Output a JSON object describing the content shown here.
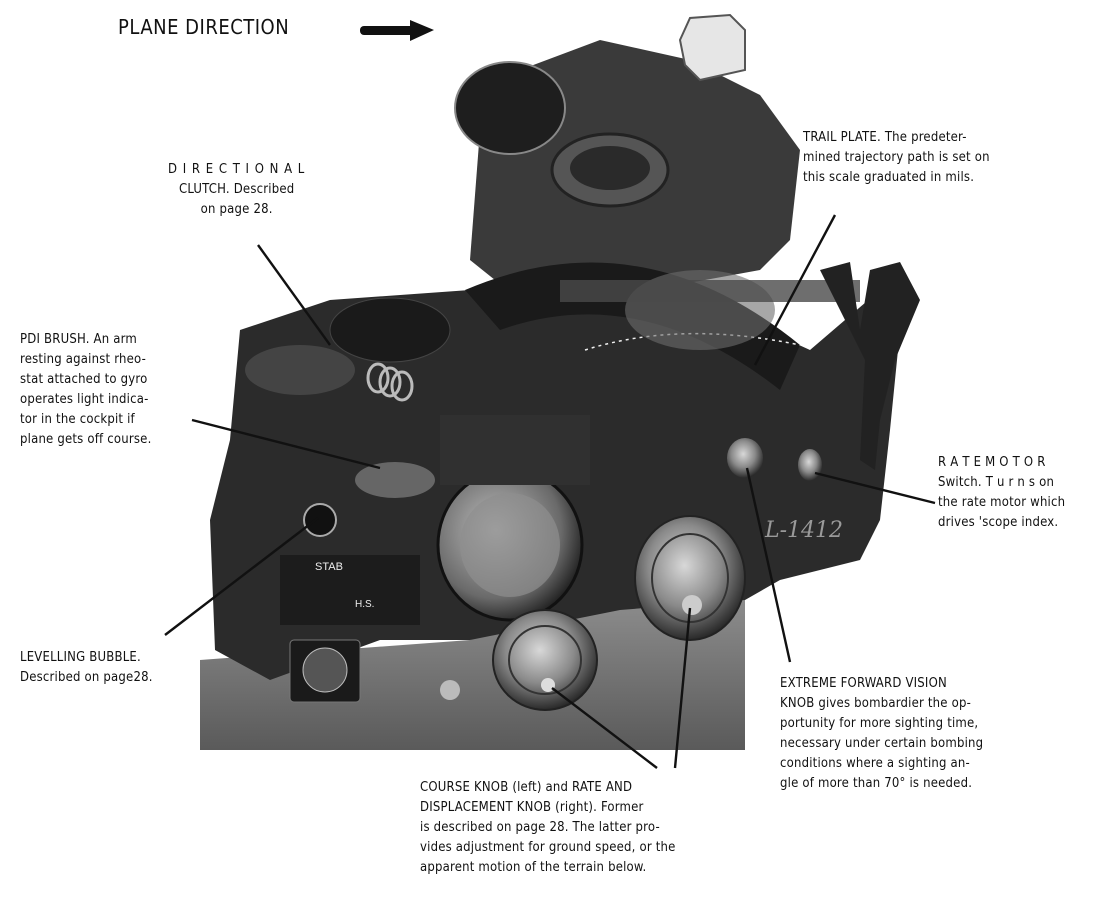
{
  "header": {
    "title": "PLANE DIRECTION"
  },
  "labels": {
    "directional_clutch": [
      "D I R E C T I O N A L",
      "CLUTCH. Described",
      "on page 28."
    ],
    "trail_plate": [
      "TRAIL PLATE.  The predeter-",
      "mined trajectory path is set on",
      "this  scale  graduated  in  mils."
    ],
    "pdi_brush": [
      "PDI BRUSH. An arm",
      "resting against rheo-",
      "stat attached to gyro",
      "operates light indica-",
      "tor in the cockpit if",
      "plane gets off course."
    ],
    "rate_motor": [
      "R A T E   M O T O R",
      "Switch.   T u r n s  on",
      "the rate motor which",
      "drives 'scope index."
    ],
    "levelling_bubble": [
      "LEVELLING BUBBLE.",
      "Described on page28."
    ],
    "extreme_forward_vision": [
      "EXTREME   FORWARD  VISION",
      "KNOB gives bombardier the op-",
      "portunity for more sighting time,",
      "necessary under certain bombing",
      "conditions where a sighting an-",
      "gle of more than 70° is needed."
    ],
    "course_knob": [
      "COURSE KNOB  (left)  and  RATE AND",
      "DISPLACEMENT KNOB  (right).  Former",
      "is described on page 28. The latter pro-",
      "vides adjustment for ground speed, or the",
      "apparent  motion  of  the  terrain  below."
    ]
  },
  "device_markings": {
    "stab": "STAB",
    "hs": "H.S.",
    "serial": "L-1412"
  }
}
